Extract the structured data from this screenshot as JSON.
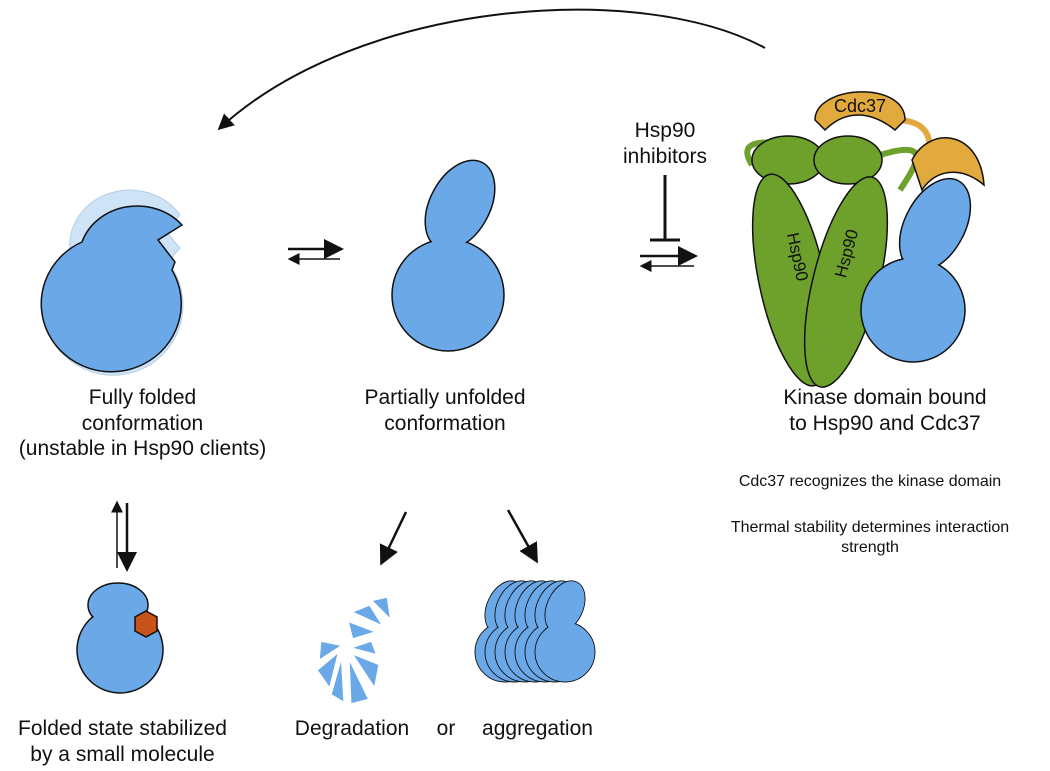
{
  "labels": {
    "fully_folded": [
      "Fully folded",
      "conformation",
      "(unstable in Hsp90 clients)"
    ],
    "partially_unfolded": [
      "Partially unfolded",
      "conformation"
    ],
    "kinase_bound": [
      "Kinase domain bound",
      "to Hsp90 and Cdc37"
    ],
    "inhibitors": [
      "Hsp90",
      "inhibitors"
    ],
    "note1": "Cdc37 recognizes the kinase domain",
    "note2": [
      "Thermal stability determines interaction",
      "strength"
    ],
    "small_molecule": [
      "Folded state stabilized",
      "by a small molecule"
    ],
    "degradation": "Degradation",
    "or": "or",
    "aggregation": "aggregation",
    "cdc37": "Cdc37",
    "hsp90_left": "Hsp90",
    "hsp90_right": "Hsp90"
  },
  "colors": {
    "kinase_blue": "#6aa8e8",
    "hsp90_green": "#6ea02c",
    "cdc37_orange": "#e2a93c",
    "ligand_orange": "#c8531a",
    "outline": "#111111"
  }
}
